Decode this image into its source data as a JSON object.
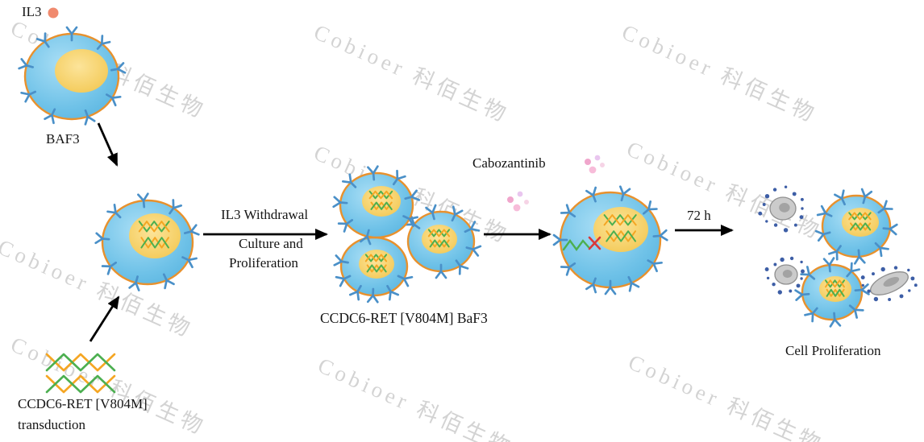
{
  "watermark": {
    "text": "Cobioer 科佰生物"
  },
  "labels": {
    "il3": "IL3",
    "baf3": "BAF3",
    "withdrawal_line1": "IL3 Withdrawal",
    "withdrawal_line2": "Culture and",
    "withdrawal_line3": "Proliferation",
    "cluster": "CCDC6-RET [V804M] BaF3",
    "drug": "Cabozantinib",
    "time": "72 h",
    "result": "Cell Proliferation",
    "transduction_line1": "CCDC6-RET [V804M]",
    "transduction_line2": "transduction"
  },
  "icons": {
    "il3_ligand": "il3-ligand-icon",
    "dna_helix": "dna-helix-icon",
    "drug_molecules": "drug-molecules-icon",
    "inhibited_signal": "inhibited-signal-icon"
  },
  "colors": {
    "cell_body": "#7cc8ea",
    "cell_membrane": "#e8912d",
    "nucleus": "#f2c64e",
    "receptor": "#4a90c8",
    "dna_green": "#4caf50",
    "dna_orange": "#f5a623",
    "il3_dot": "#f08a6e",
    "inhibit_x": "#d83a3a",
    "apoptotic_body": "#cbcbcb",
    "apoptotic_dots": "#3d5ea6",
    "arrow": "#000000"
  }
}
